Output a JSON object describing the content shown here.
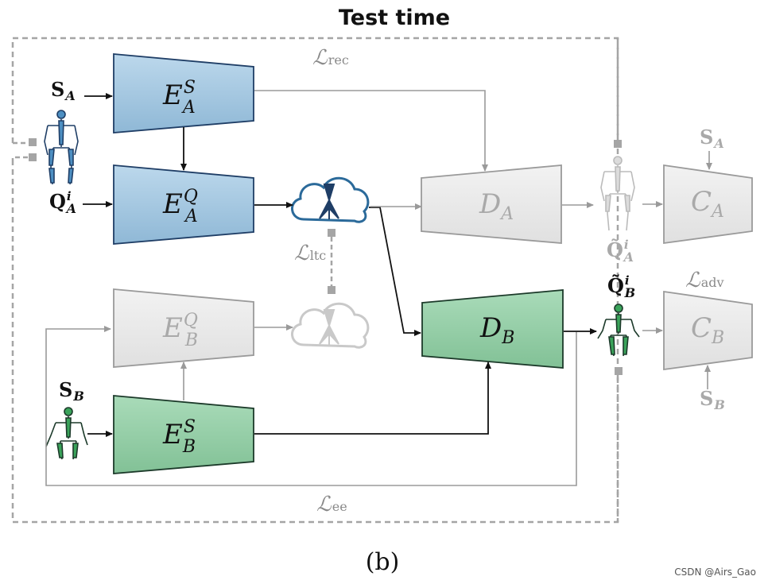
{
  "title": "Test time",
  "caption": "(b)",
  "watermark": "CSDN @Airs_Gao",
  "losses": {
    "rec": {
      "symbol": "ℒ",
      "sub": "rec"
    },
    "ltc": {
      "symbol": "ℒ",
      "sub": "ltc"
    },
    "adv": {
      "symbol": "ℒ",
      "sub": "adv"
    },
    "ee": {
      "symbol": "ℒ",
      "sub": "ee"
    }
  },
  "blocks": {
    "ea_s": {
      "main": "E",
      "sup": "S",
      "sub": "A"
    },
    "ea_q": {
      "main": "E",
      "sup": "Q",
      "sub": "A"
    },
    "eb_q": {
      "main": "E",
      "sup": "Q",
      "sub": "B"
    },
    "eb_s": {
      "main": "E",
      "sup": "S",
      "sub": "B"
    },
    "da": {
      "main": "D",
      "sub": "A"
    },
    "db": {
      "main": "D",
      "sub": "B"
    },
    "ca": {
      "main": "C",
      "sub": "A"
    },
    "cb": {
      "main": "C",
      "sub": "B"
    }
  },
  "inputs": {
    "s_a": {
      "main": "S",
      "sub": "A"
    },
    "q_a": {
      "main": "Q",
      "sup": "i",
      "sub": "A"
    },
    "s_b": {
      "main": "S",
      "sub": "B"
    },
    "qt_a": {
      "main": "Q̃",
      "sup": "i",
      "sub": "A"
    },
    "qt_b": {
      "main": "Q̃",
      "sup": "i",
      "sub": "B"
    },
    "ca_in": {
      "main": "S",
      "sub": "A"
    },
    "cb_in": {
      "main": "S",
      "sub": "B"
    }
  },
  "colors": {
    "blue_fill": "#a9cbe2",
    "blue_stroke": "#1f3e66",
    "green_fill": "#95cfa8",
    "green_stroke": "#1c3a2a",
    "gray_fill": "#ececec",
    "gray_stroke": "#9a9a9a",
    "dash": "#a0a0a0"
  }
}
